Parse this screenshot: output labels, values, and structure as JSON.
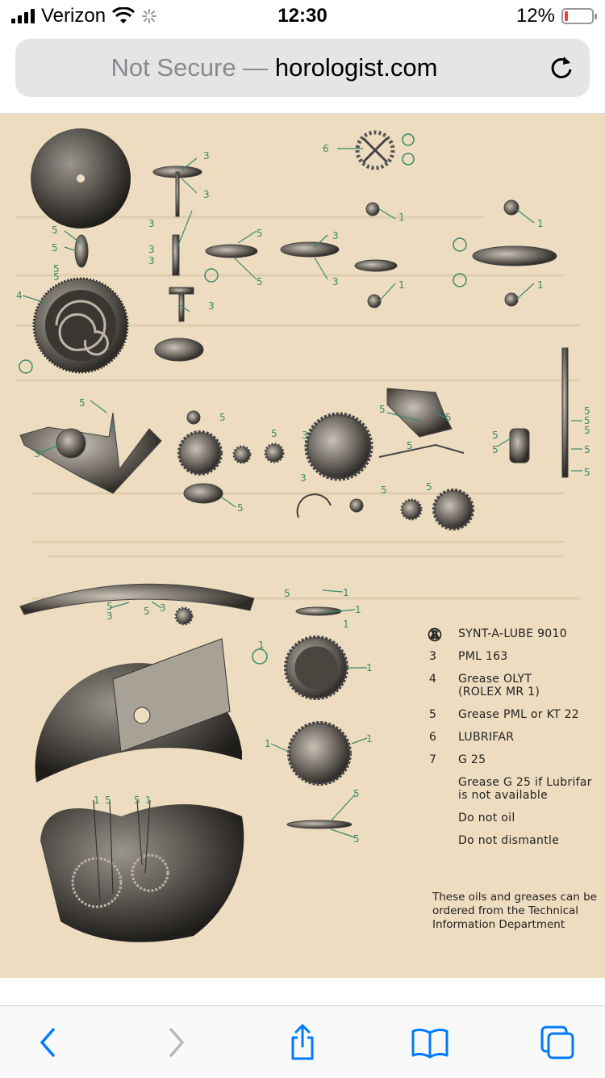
{
  "status_bar": {
    "carrier": "Verizon",
    "time": "12:30",
    "battery": "12%",
    "battery_level": 0.12
  },
  "address_bar": {
    "security_text": "Not Secure — ",
    "domain": "horologist.com"
  },
  "diagram": {
    "callouts": {
      "upper": [
        "6",
        "3",
        "3",
        "1",
        "5",
        "5",
        "5",
        "5",
        "3",
        "3",
        "3",
        "5",
        "5",
        "3",
        "3",
        "1",
        "1",
        "1",
        "4",
        "3",
        "5",
        "3",
        "5",
        "5",
        "3",
        "3",
        "5",
        "5",
        "5",
        "5",
        "5",
        "5",
        "5",
        "5",
        "5",
        "5",
        "5",
        "5",
        "5",
        "5"
      ],
      "lower": [
        "1",
        "1",
        "1",
        "5",
        "3",
        "5",
        "3",
        "1",
        "1",
        "1",
        "1",
        "5",
        "5",
        "1",
        "5",
        "5",
        "1",
        "5"
      ]
    }
  },
  "legend": {
    "items": [
      {
        "num": "1",
        "text": "SYNT-A-LUBE 9010"
      },
      {
        "num": "3",
        "text": "PML 163"
      },
      {
        "num": "4",
        "text": "Grease OLYT\n(ROLEX MR 1)"
      },
      {
        "num": "5",
        "text": "Grease PML or KT 22"
      },
      {
        "num": "6",
        "text": "LUBRIFAR"
      },
      {
        "num": "7",
        "text": "G 25"
      },
      {
        "num": "",
        "symbol": "grease-g25-icon",
        "text": "Grease G 25 if Lubrifar\nis not available"
      },
      {
        "num": "",
        "symbol": "do-not-oil-icon",
        "text": "Do not oil"
      },
      {
        "num": "",
        "symbol": "do-not-dismantle-icon",
        "text": "Do not dismantle"
      }
    ],
    "note": "These oils and greases can be ordered from the Technical Information Department"
  },
  "toolbar": {
    "buttons": [
      "back-icon",
      "forward-icon",
      "share-icon",
      "bookmarks-icon",
      "tabs-icon"
    ]
  },
  "colors": {
    "paper": "#eddcbf",
    "callout_green": "#3a8a6a",
    "link_blue": "#007aff"
  }
}
